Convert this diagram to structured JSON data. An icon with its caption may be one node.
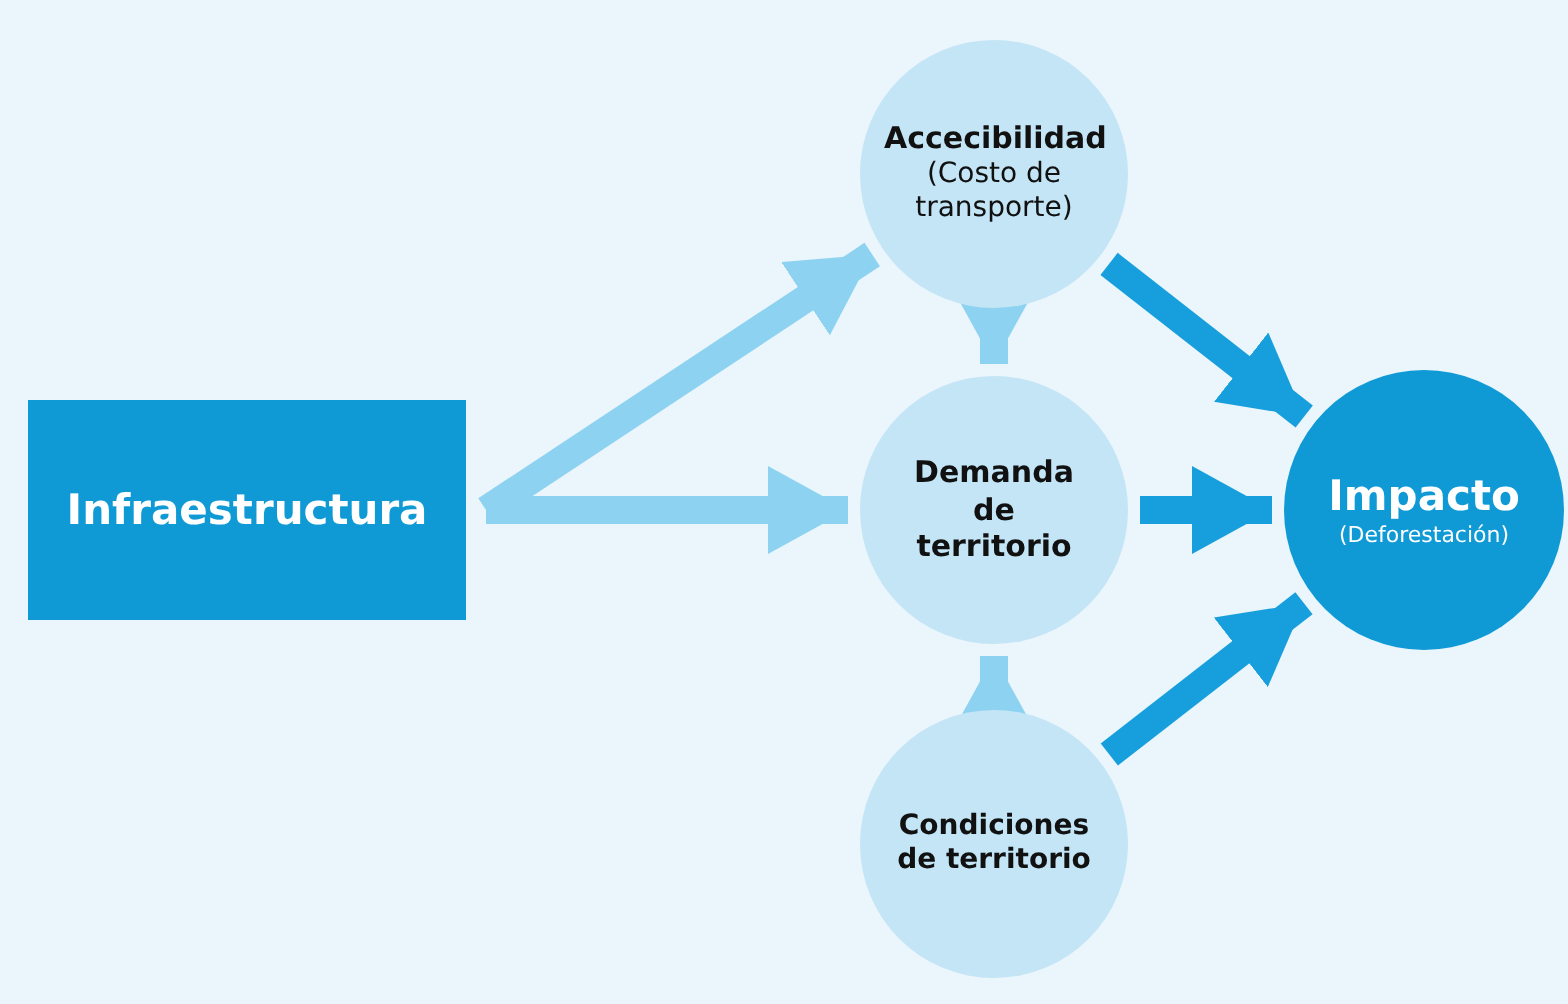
{
  "diagram": {
    "nodes": [
      {
        "text": [
          "Infraestructura"
        ]
      },
      {
        "text": [
          "Accecibilidad",
          "(Costo de transporte)"
        ]
      },
      {
        "text": [
          "Demanda de territorio"
        ]
      },
      {
        "text": [
          "Condiciones de territorio"
        ]
      },
      {
        "text": [
          "Impacto",
          "(Deforestación)"
        ]
      }
    ],
    "edges": [
      {
        "from": 0,
        "to": 1,
        "arrow": "to"
      },
      {
        "from": 0,
        "to": 2,
        "arrow": "to"
      },
      {
        "from": 1,
        "to": 2,
        "arrow": "to"
      },
      {
        "from": 3,
        "to": 2,
        "arrow": "to"
      },
      {
        "from": 1,
        "to": 4,
        "arrow": "to",
        "color": "#169fdc"
      },
      {
        "from": 2,
        "to": 4,
        "arrow": "to",
        "color": "#169fdc"
      },
      {
        "from": 3,
        "to": 4,
        "arrow": "to",
        "color": "#169fdc"
      }
    ]
  }
}
